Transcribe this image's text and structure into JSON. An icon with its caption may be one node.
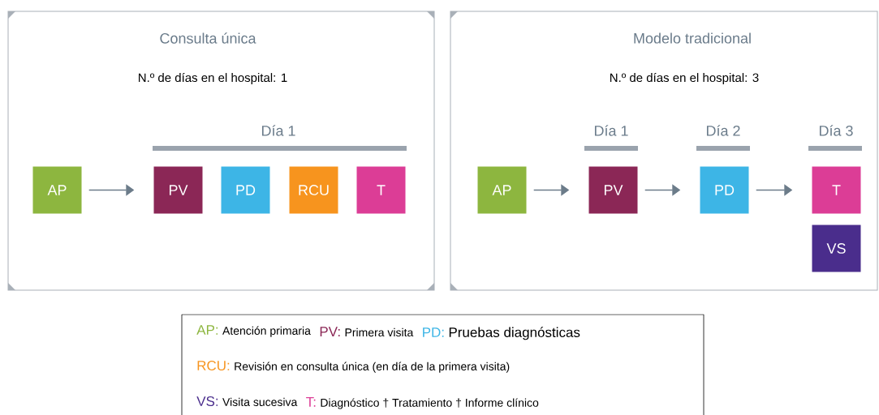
{
  "diagram": {
    "nodes": [
      {
        "text": [
          "Consulta única",
          "N.º de días en el hospital: 1"
        ]
      },
      {
        "text": [
          "AP"
        ],
        "in": 0
      },
      {
        "text": [
          "PV"
        ],
        "in": 0
      },
      {
        "text": [
          "PD"
        ],
        "in": 0
      },
      {
        "text": [
          "RCU"
        ],
        "in": 0
      },
      {
        "text": [
          "T"
        ],
        "in": 0
      },
      {
        "text": [
          "Modelo tradicional",
          "N.º de días en el hospital: 3"
        ]
      },
      {
        "text": [
          "AP"
        ],
        "in": 6
      },
      {
        "text": [
          "PV"
        ],
        "in": 6
      },
      {
        "text": [
          "PD"
        ],
        "in": 6
      },
      {
        "text": [
          "T"
        ],
        "in": 6
      },
      {
        "text": [
          "VS"
        ],
        "in": 6
      }
    ],
    "edges": [
      {
        "from": 1,
        "to": 2,
        "arrow": "to"
      },
      {
        "from": 7,
        "to": 8,
        "arrow": "to"
      },
      {
        "from": 8,
        "to": 9,
        "arrow": "to"
      },
      {
        "from": 9,
        "to": 10,
        "arrow": "to"
      }
    ],
    "labels": [
      "Día 1",
      "Día 1",
      "Día 2",
      "Día 3",
      "AP:",
      "PV:",
      "PD:",
      "RCU:",
      "VS:",
      "T:"
    ],
    "legend": [
      {
        "text": "Atención primaria",
        "color": "#8db63f"
      },
      {
        "text": "Primera visita",
        "color": "#8b2756"
      },
      {
        "text": "Pruebas diagnósticas",
        "color": "#3db5e6"
      },
      {
        "text": "Revisión en consulta única (en día de la primera visita)",
        "color": "#f7941e"
      },
      {
        "text": "Visita sucesiva",
        "color": "#4a2d8c"
      },
      {
        "text": "Diagnóstico † Tratamiento † Informe clínico",
        "color": "#dc3d96"
      }
    ]
  }
}
